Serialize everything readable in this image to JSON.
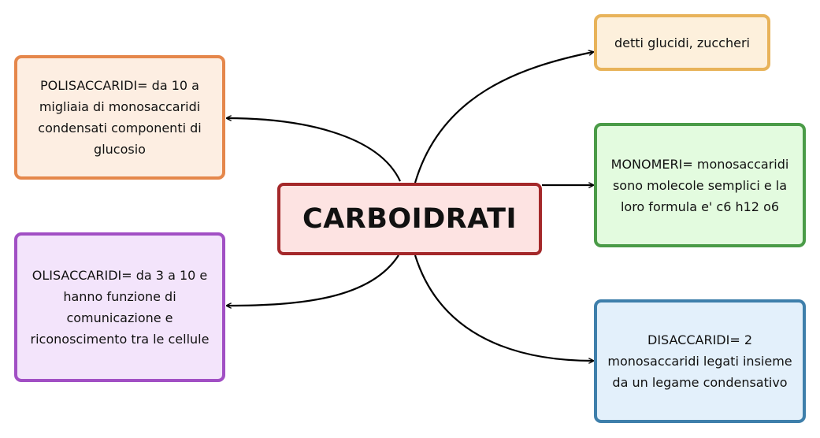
{
  "central": {
    "label": "CARBOIDRATI",
    "border_color": "#a4282a",
    "fill_color": "#fde3e2"
  },
  "nodes": {
    "polisaccaridi": {
      "label": "POLISACCARIDI= da 10 a migliaia di monosaccaridi condensati componenti di glucosio",
      "border_color": "#e5874b",
      "fill_color": "#fdeee2"
    },
    "olisaccaridi": {
      "label": "OLISACCARIDI= da 3 a 10 e hanno funzione di comunicazione e riconoscimento tra le cellule",
      "border_color": "#a14fc4",
      "fill_color": "#f3e4fb"
    },
    "detti": {
      "label": "detti glucidi, zuccheri",
      "border_color": "#e8b35a",
      "fill_color": "#fdf0dc"
    },
    "monomeri": {
      "label": "MONOMERI= monosaccaridi sono molecole semplici e la loro formula e' c6 h12 o6",
      "border_color": "#4a9b47",
      "fill_color": "#e3fbdf"
    },
    "disaccaridi": {
      "label": "DISACCARIDI= 2 monosaccaridi legati insieme da un legame condensativo",
      "border_color": "#3e7fab",
      "fill_color": "#e3f0fb"
    }
  },
  "connectors": [
    {
      "from": "central",
      "to": "polisaccaridi"
    },
    {
      "from": "central",
      "to": "olisaccaridi"
    },
    {
      "from": "central",
      "to": "detti"
    },
    {
      "from": "central",
      "to": "monomeri"
    },
    {
      "from": "central",
      "to": "disaccaridi"
    }
  ]
}
